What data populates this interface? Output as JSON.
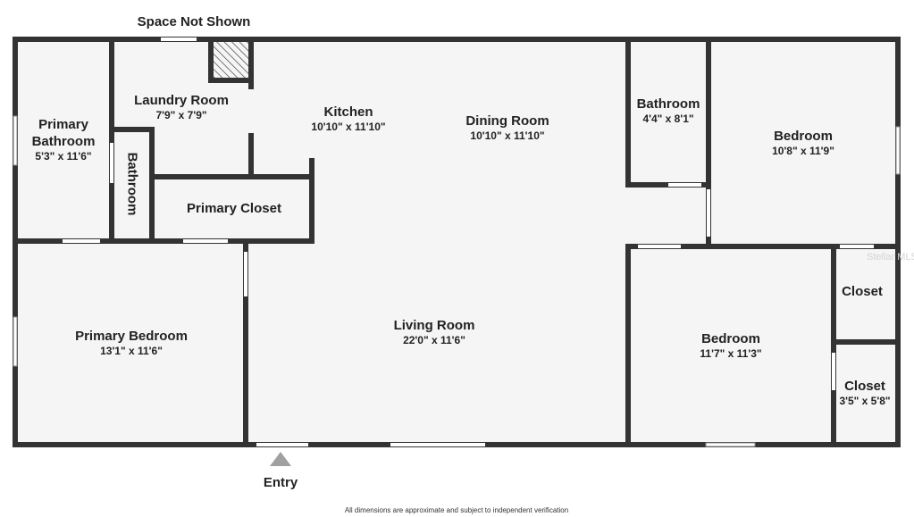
{
  "header": {
    "note": "Space Not Shown"
  },
  "rooms": {
    "laundry": {
      "name": "Laundry Room",
      "dim": "7'9\" x 7'9\""
    },
    "kitchen": {
      "name": "Kitchen",
      "dim": "10'10\" x 11'10\""
    },
    "dining": {
      "name": "Dining Room",
      "dim": "10'10\" x 11'10\""
    },
    "bath_small": {
      "name": "Bathroom",
      "dim": "4'4\" x 8'1\""
    },
    "bedroom_ne": {
      "name": "Bedroom",
      "dim": "10'8\" x 11'9\""
    },
    "primary_bath": {
      "name_line1": "Primary",
      "name_line2": "Bathroom",
      "dim": "5'3\" x 11'6\""
    },
    "bath_vertical": {
      "name": "Bathroom"
    },
    "primary_closet": {
      "name": "Primary Closet"
    },
    "living": {
      "name": "Living Room",
      "dim": "22'0\" x 11'6\""
    },
    "primary_bedroom": {
      "name": "Primary Bedroom",
      "dim": "13'1\" x 11'6\""
    },
    "bedroom_se": {
      "name": "Bedroom",
      "dim": "11'7\" x 11'3\""
    },
    "closet_upper": {
      "name": "Closet"
    },
    "closet_lower": {
      "name": "Closet",
      "dim": "3'5\" x 5'8\""
    }
  },
  "footer": {
    "entry": "Entry",
    "disclaimer": "All dimensions are approximate and subject to independent verification"
  },
  "watermark": "Stellar MLS",
  "colors": {
    "wall": "#333333",
    "floor": "#f5f5f5",
    "opening": "#ffffff"
  }
}
